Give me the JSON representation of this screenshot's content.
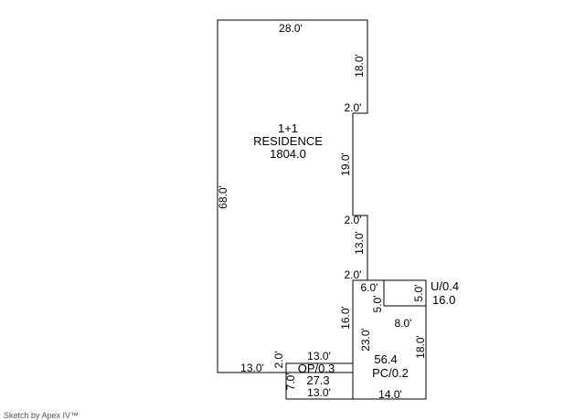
{
  "residence": {
    "line1": "1+1",
    "line2": "RESIDENCE",
    "area": "1804.0"
  },
  "rooms": {
    "op": {
      "label": "OP/0.3",
      "area": "27.3"
    },
    "pc": {
      "area": "56.4",
      "label": "PC/0.2"
    },
    "u": {
      "label": "U/0.4",
      "area": "16.0"
    }
  },
  "dimensions": {
    "top": "28.0'",
    "right_upper": "18.0'",
    "step_1": "2.0'",
    "right_middle": "19.0'",
    "step_2": "2.0'",
    "right_lower": "13.0'",
    "step_3": "2.0'",
    "left": "68.0'",
    "bottom_left": "13.0'",
    "op_top": "13.0'",
    "op_left_small": "2.0'",
    "op_side": "7.0'",
    "op_bottom": "13.0'",
    "pc_left": "16.0'",
    "pc_diag": "23.0'",
    "pc_right": "18.0'",
    "pc_bottom": "14.0'",
    "pc_inner": "8.0'",
    "pc_notch": "5.0'",
    "u_top": "6.0'",
    "u_side": "5.0'"
  },
  "footer": "Sketch by Apex IV™"
}
